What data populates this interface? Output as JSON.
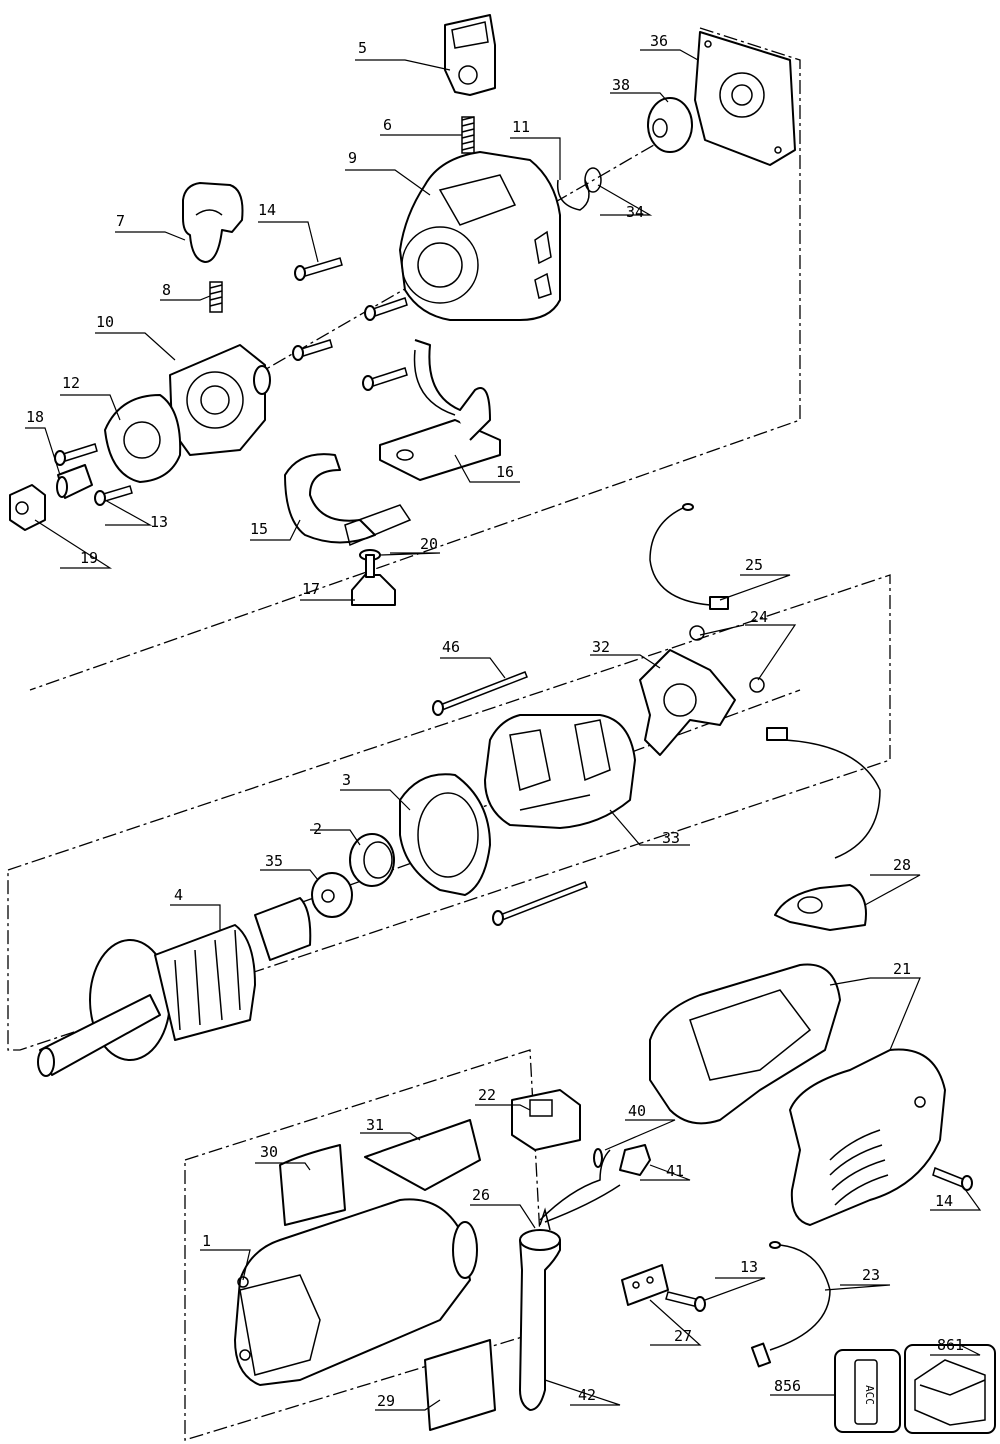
{
  "callouts": {
    "c5": "5",
    "c6": "6",
    "c7": "7",
    "c8": "8",
    "c9": "9",
    "c10": "10",
    "c11": "11",
    "c12": "12",
    "c13a": "13",
    "c14a": "14",
    "c15": "15",
    "c16": "16",
    "c17": "17",
    "c18": "18",
    "c19": "19",
    "c20": "20",
    "c34": "34",
    "c36": "36",
    "c38": "38",
    "c25": "25",
    "c24": "24",
    "c46": "46",
    "c32": "32",
    "c3": "3",
    "c2": "2",
    "c33": "33",
    "c35": "35",
    "c4": "4",
    "c28": "28",
    "c21": "21",
    "c22": "22",
    "c31": "31",
    "c30": "30",
    "c40": "40",
    "c41": "41",
    "c26": "26",
    "c14b": "14",
    "c1": "1",
    "c13b": "13",
    "c23": "23",
    "c27": "27",
    "c861": "861",
    "c856": "856",
    "c42": "42",
    "c29": "29"
  },
  "tag_text": "ACC"
}
